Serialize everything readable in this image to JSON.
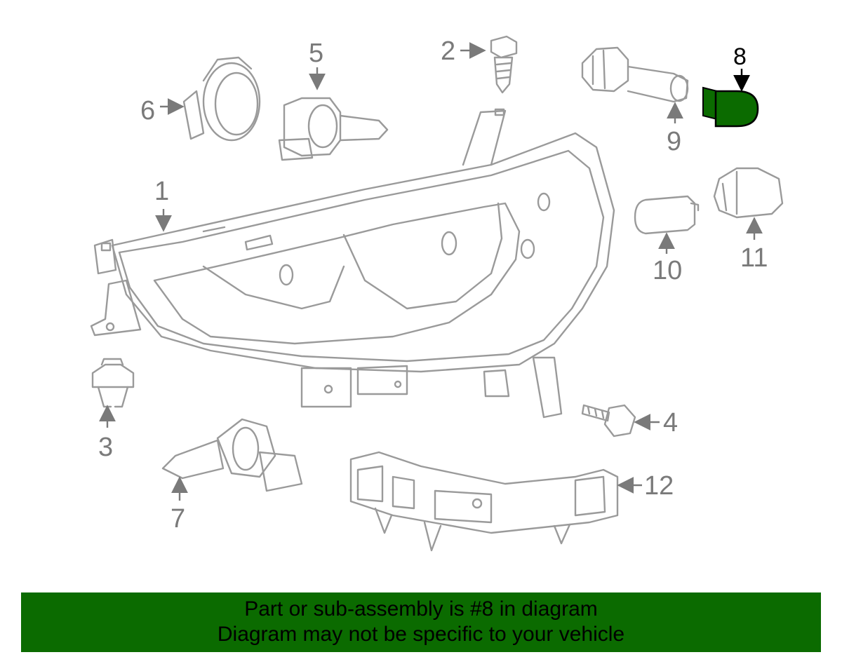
{
  "callouts": {
    "c1": "1",
    "c2": "2",
    "c3": "3",
    "c4": "4",
    "c5": "5",
    "c6": "6",
    "c7": "7",
    "c8": "8",
    "c9": "9",
    "c10": "10",
    "c11": "11",
    "c12": "12"
  },
  "highlighted_part": "8",
  "colors": {
    "highlight": "#0b6b00",
    "banner": "#0b6b00",
    "line": "#9a9a9a"
  },
  "banner": {
    "line1": "Part or sub-assembly is #8 in diagram",
    "line2": "Diagram may not be specific to your vehicle"
  }
}
